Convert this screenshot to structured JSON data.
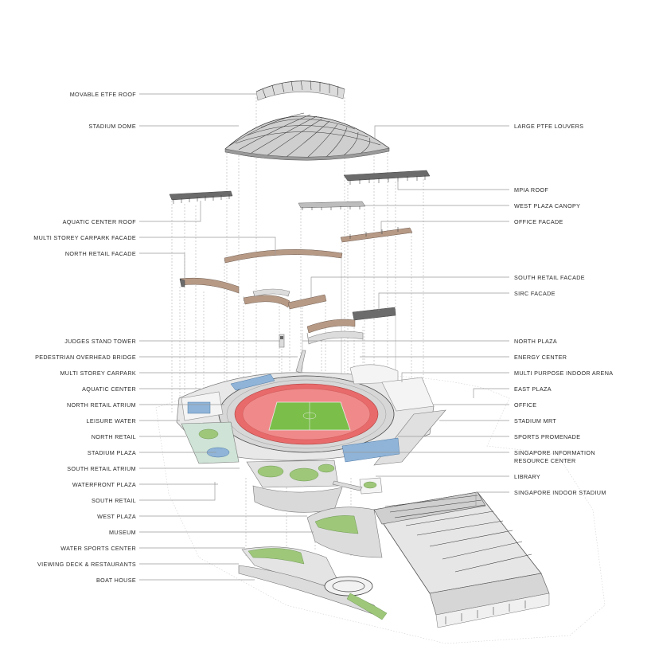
{
  "left_labels": [
    {
      "text": "MOVABLE ETFE ROOF",
      "icon": "etfe-roof"
    },
    {
      "text": "STADIUM DOME"
    },
    {
      "text": "AQUATIC CENTER ROOF"
    },
    {
      "text": "MULTI STOREY CARPARK FACADE"
    },
    {
      "text": "NORTH RETAIL FACADE"
    },
    {
      "text": "JUDGES  STAND TOWER"
    },
    {
      "text": "PEDESTRIAN OVERHEAD BRIDGE"
    },
    {
      "text": "MULTI STOREY CARPARK"
    },
    {
      "text": "AQUATIC CENTER"
    },
    {
      "text": "NORTH RETAIL ATRIUM"
    },
    {
      "text": "LEISURE WATER"
    },
    {
      "text": "NORTH RETAIL"
    },
    {
      "text": "STADIUM PLAZA"
    },
    {
      "text": "SOUTH RETAIL ATRIUM"
    },
    {
      "text": "WATERFRONT PLAZA"
    },
    {
      "text": "SOUTH RETAIL"
    },
    {
      "text": "WEST PLAZA"
    },
    {
      "text": "MUSEUM"
    },
    {
      "text": "WATER SPORTS CENTER"
    },
    {
      "text": "VIEWING DECK & RESTAURANTS"
    },
    {
      "text": "BOAT HOUSE"
    }
  ],
  "right_labels": [
    {
      "text": "LARGE PTFE LOUVERS"
    },
    {
      "text": "MPIA ROOF"
    },
    {
      "text": "WEST PLAZA CANOPY"
    },
    {
      "text": "OFFICE FACADE"
    },
    {
      "text": "SOUTH RETAIL FACADE"
    },
    {
      "text": "SIRC FACADE"
    },
    {
      "text": "NORTH PLAZA"
    },
    {
      "text": "ENERGY CENTER"
    },
    {
      "text": "MULTI PURPOSE INDOOR ARENA"
    },
    {
      "text": "EAST PLAZA"
    },
    {
      "text": "OFFICE"
    },
    {
      "text": "STADIUM MRT"
    },
    {
      "text": "SPORTS PROMENADE"
    },
    {
      "text": "SINGAPORE INFORMATION",
      "line2": "RESOURCE CENTER"
    },
    {
      "text": "LIBRARY"
    },
    {
      "text": "SINGAPORE INDOOR STADIUM"
    }
  ],
  "colors": {
    "background": "#ffffff",
    "label_text": "#2a2a2a",
    "leader_line": "#9a9a9a",
    "structure_gray": "#dcdcdc",
    "landscape_green": "#9fc77a",
    "stadium_seats": "#e86a6a",
    "pitch": "#7bbf4a",
    "facade_rust": "#b79a86",
    "water_blue": "#8fb4d8"
  }
}
